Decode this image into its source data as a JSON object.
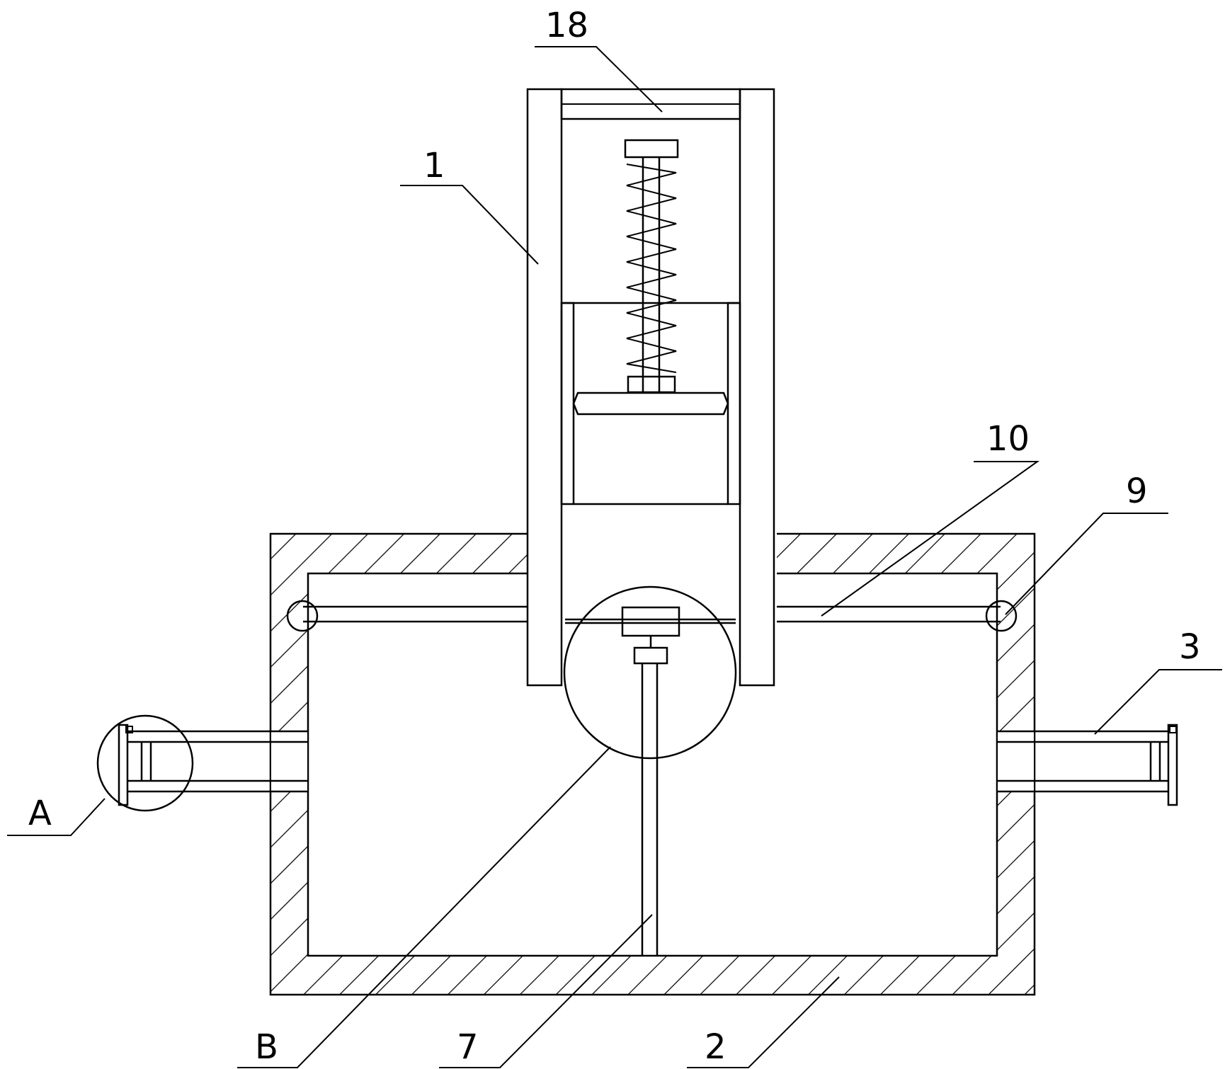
{
  "labels": {
    "part_18": "18",
    "part_1": "1",
    "part_10": "10",
    "part_9": "9",
    "part_3": "3",
    "part_A": "A",
    "part_B": "B",
    "part_7": "7",
    "part_2": "2"
  }
}
